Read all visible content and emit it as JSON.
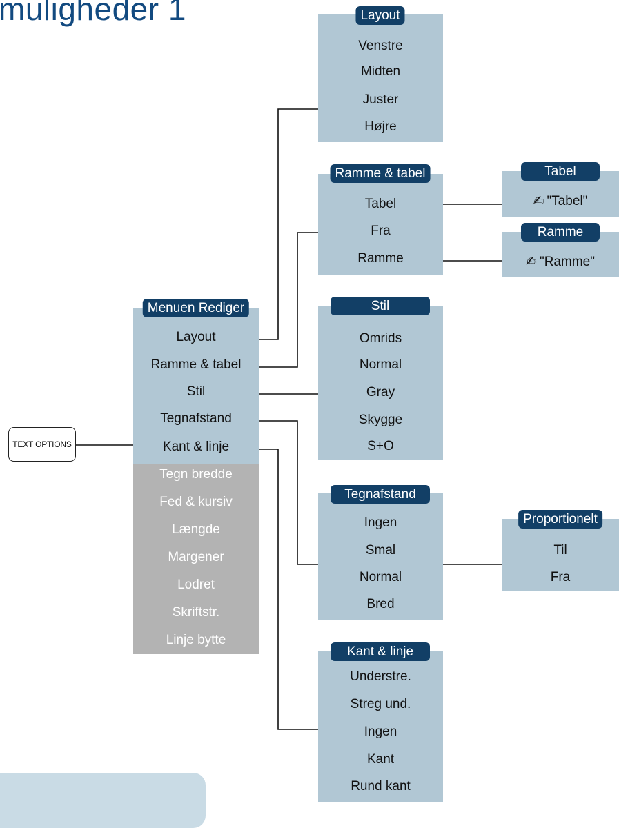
{
  "page_title": "muligheder 1",
  "text_options_label": "TEXT OPTIONS",
  "hand_icon": "✍",
  "menus": {
    "edit": {
      "title": "Menuen Rediger",
      "items": [
        "Layout",
        "Ramme & tabel",
        "Stil",
        "Tegnafstand",
        "Kant & linje"
      ],
      "disabled": [
        "Tegn bredde",
        "Fed & kursiv",
        "Længde",
        "Margener",
        "Lodret",
        "Skriftstr.",
        "Linje bytte"
      ]
    },
    "layout": {
      "title": "Layout",
      "items": [
        "Venstre",
        "Midten",
        "Juster",
        "Højre"
      ]
    },
    "frame_table": {
      "title": "Ramme & tabel",
      "items": [
        "Tabel",
        "Fra",
        "Ramme"
      ]
    },
    "table": {
      "title": "Tabel",
      "items": [
        "\"Tabel\""
      ]
    },
    "frame": {
      "title": "Ramme",
      "items": [
        "\"Ramme\""
      ]
    },
    "style": {
      "title": "Stil",
      "items": [
        "Omrids",
        "Normal",
        "Gray",
        "Skygge",
        "S+O"
      ]
    },
    "spacing": {
      "title": "Tegnafstand",
      "items": [
        "Ingen",
        "Smal",
        "Normal",
        "Bred"
      ]
    },
    "proportional": {
      "title": "Proportionelt",
      "items": [
        "Til",
        "Fra"
      ]
    },
    "border_line": {
      "title": "Kant & linje",
      "items": [
        "Understre.",
        "Streg und.",
        "Ingen",
        "Kant",
        "Rund kant"
      ]
    }
  },
  "colors": {
    "header_bg": "#123f66",
    "menu_bg": "#b1c7d4",
    "disabled_bg": "#b3b3b3",
    "title": "#124a80"
  }
}
